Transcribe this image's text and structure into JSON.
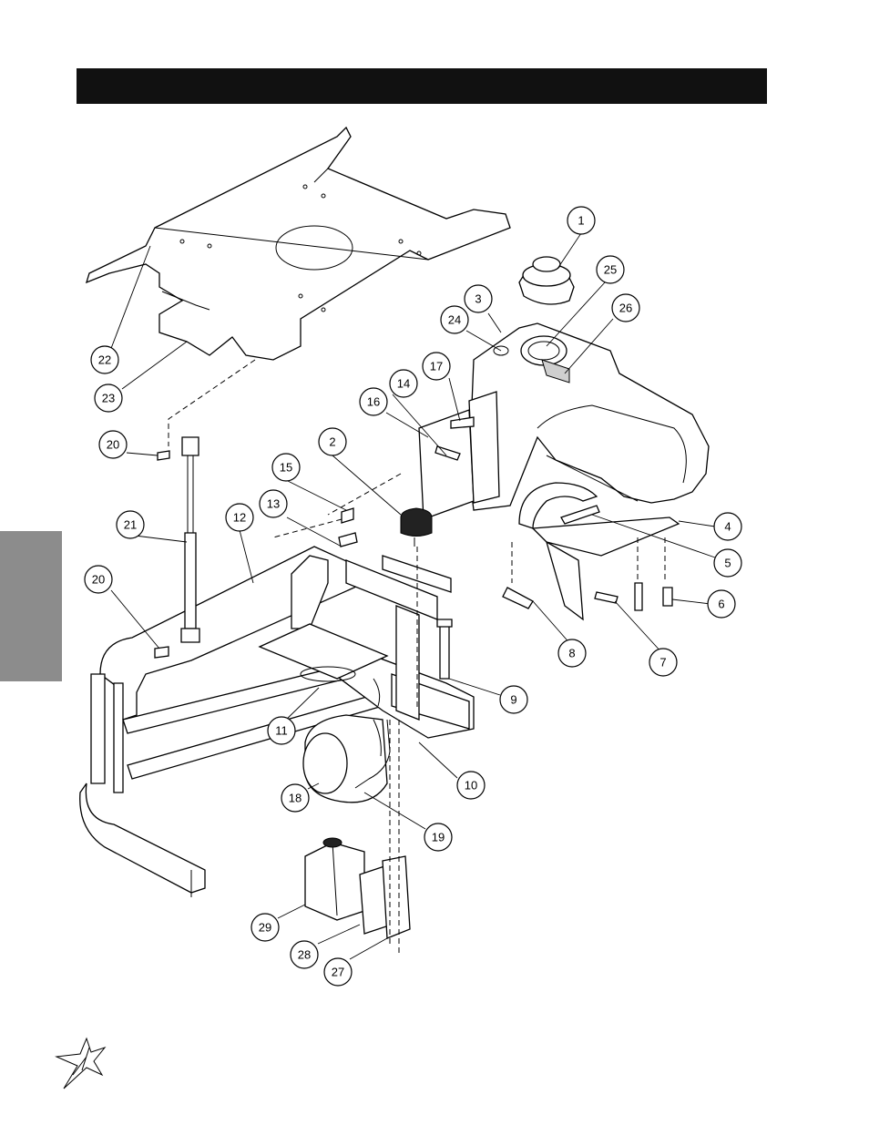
{
  "callouts": [
    "1",
    "2",
    "3",
    "4",
    "5",
    "6",
    "7",
    "8",
    "9",
    "10",
    "11",
    "12",
    "13",
    "14",
    "15",
    "16",
    "17",
    "18",
    "19",
    "20",
    "20",
    "21",
    "22",
    "23",
    "24",
    "25",
    "26",
    "27",
    "28",
    "29"
  ],
  "colors": {
    "header_bar": "#111111",
    "side_tab": "#8c8c8c",
    "paper": "#ffffff"
  },
  "icons": {
    "footer_logo": "star-burst-logo-icon"
  }
}
